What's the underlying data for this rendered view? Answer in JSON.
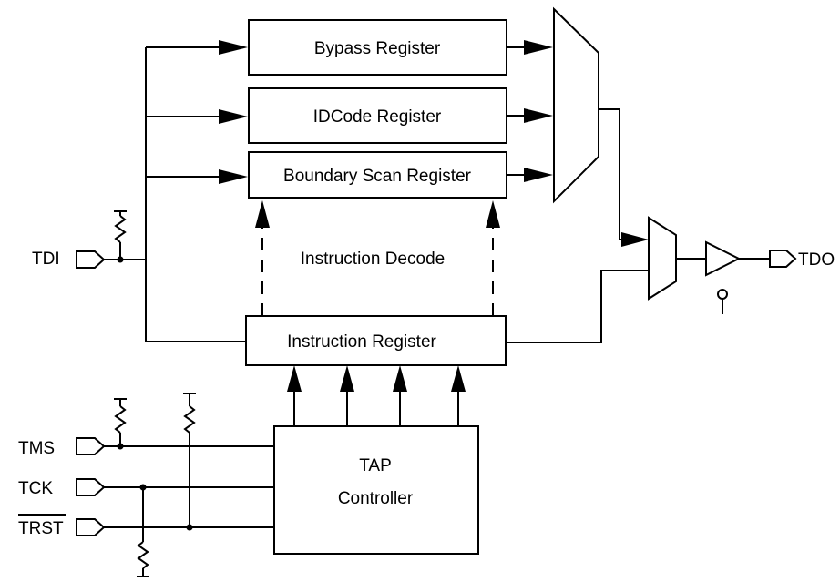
{
  "registers": {
    "bypass": "Bypass Register",
    "idcode": "IDCode Register",
    "boundary": "Boundary Scan Register",
    "instruction": "Instruction Register"
  },
  "decode_label": "Instruction Decode",
  "controller": {
    "line1": "TAP",
    "line2": "Controller"
  },
  "pins": {
    "tdi": "TDI",
    "tdo": "TDO",
    "tms": "TMS",
    "tck": "TCK",
    "trst": "TRST"
  }
}
